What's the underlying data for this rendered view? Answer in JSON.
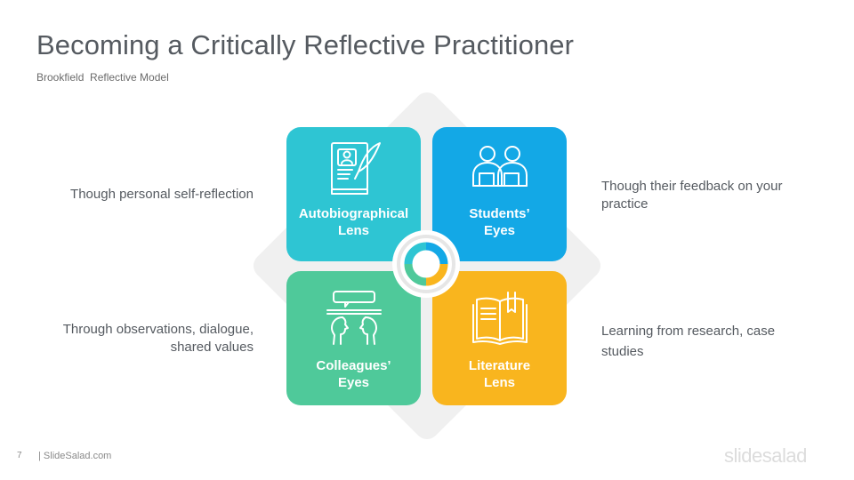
{
  "header": {
    "title": "Becoming a Critically Reflective Practitioner",
    "subtitle": "Brookfield  Reflective Model"
  },
  "quadrants": [
    {
      "label": "Autobiographical\nLens",
      "icon": "book-portrait-quill-icon",
      "color": "#2ec5d3",
      "description": "Though personal self-reflection"
    },
    {
      "label": "Students’\nEyes",
      "icon": "two-students-icon",
      "color": "#13a8e6",
      "description": "Though their feedback on your\npractice"
    },
    {
      "label": "Colleagues’\nEyes",
      "icon": "colleagues-dialogue-icon",
      "color": "#4fc99a",
      "description": "Through observations, dialogue,\nshared values"
    },
    {
      "label": "Literature\nLens",
      "icon": "open-book-icon",
      "color": "#f9b51e",
      "description": "Learning from research, case\nstudies"
    }
  ],
  "center_icon": "cycle-ring-icon",
  "footer": {
    "page_number": "7",
    "source": "| SlideSalad.com",
    "brand": "slidesalad"
  }
}
